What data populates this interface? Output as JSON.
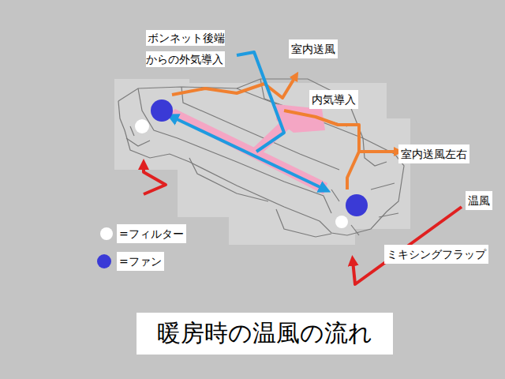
{
  "diagram": {
    "title": "暖房時の温風の流れ",
    "labels": [
      "ボンネット後端 からの外気導入",
      "室内送風",
      "内気導入",
      "室内送風左右",
      "温風",
      "ミキシングフラップ"
    ],
    "legend": [
      {
        "text": "=フィルター",
        "color": "#ffffff"
      },
      {
        "text": "=ファン",
        "color": "#3a3ad6"
      }
    ]
  }
}
